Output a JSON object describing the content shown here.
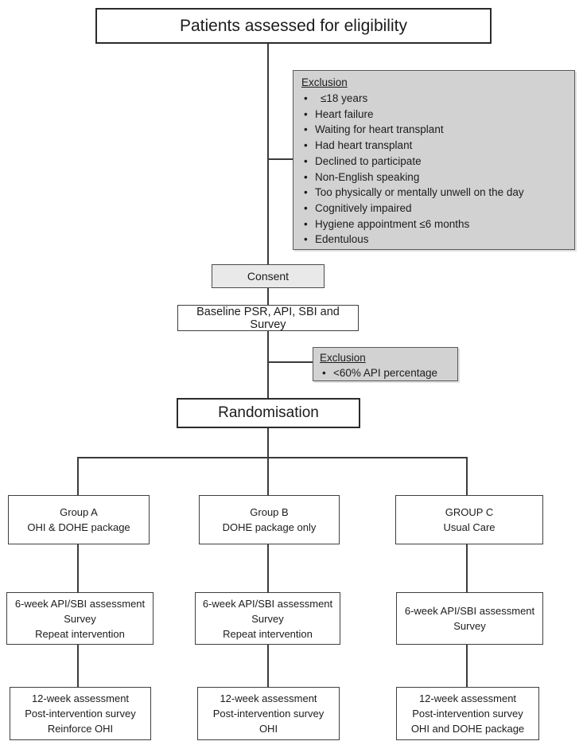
{
  "colors": {
    "line": "#3b3b3b",
    "box_border": "#3f3f3f",
    "exclusion_fill": "#d2d2d2",
    "consent_fill": "#e9e9e9",
    "text": "#1c1c1c",
    "background": "#ffffff"
  },
  "boxes": {
    "eligibility": {
      "label": "Patients assessed for eligibility"
    },
    "exclusion1": {
      "title": "Exclusion",
      "items": [
        "≤18 years",
        "Heart failure",
        "Waiting for heart transplant",
        "Had heart transplant",
        "Declined to participate",
        "Non-English speaking",
        "Too physically or mentally unwell on the day",
        "Cognitively impaired",
        "Hygiene appointment ≤6 months",
        "Edentulous"
      ]
    },
    "consent": {
      "label": "Consent"
    },
    "baseline": {
      "label": "Baseline PSR, API, SBI and Survey"
    },
    "exclusion2": {
      "title": "Exclusion",
      "items": [
        "<60% API percentage"
      ]
    },
    "randomisation": {
      "label": "Randomisation"
    },
    "groups": [
      {
        "title": "Group A",
        "subtitle": "OHI & DOHE package",
        "week6_lines": [
          "6-week API/SBI assessment",
          "Survey",
          "Repeat intervention"
        ],
        "week12_lines": [
          "12-week assessment",
          "Post-intervention survey",
          "Reinforce OHI"
        ]
      },
      {
        "title": "Group B",
        "subtitle": "DOHE package only",
        "week6_lines": [
          "6-week API/SBI assessment",
          "Survey",
          "Repeat intervention"
        ],
        "week12_lines": [
          "12-week assessment",
          "Post-intervention survey",
          "OHI"
        ]
      },
      {
        "title": "GROUP C",
        "subtitle": "Usual Care",
        "week6_lines": [
          "6-week API/SBI assessment",
          "Survey"
        ],
        "week12_lines": [
          "12-week assessment",
          "Post-intervention survey",
          "OHI and DOHE package"
        ]
      }
    ]
  }
}
